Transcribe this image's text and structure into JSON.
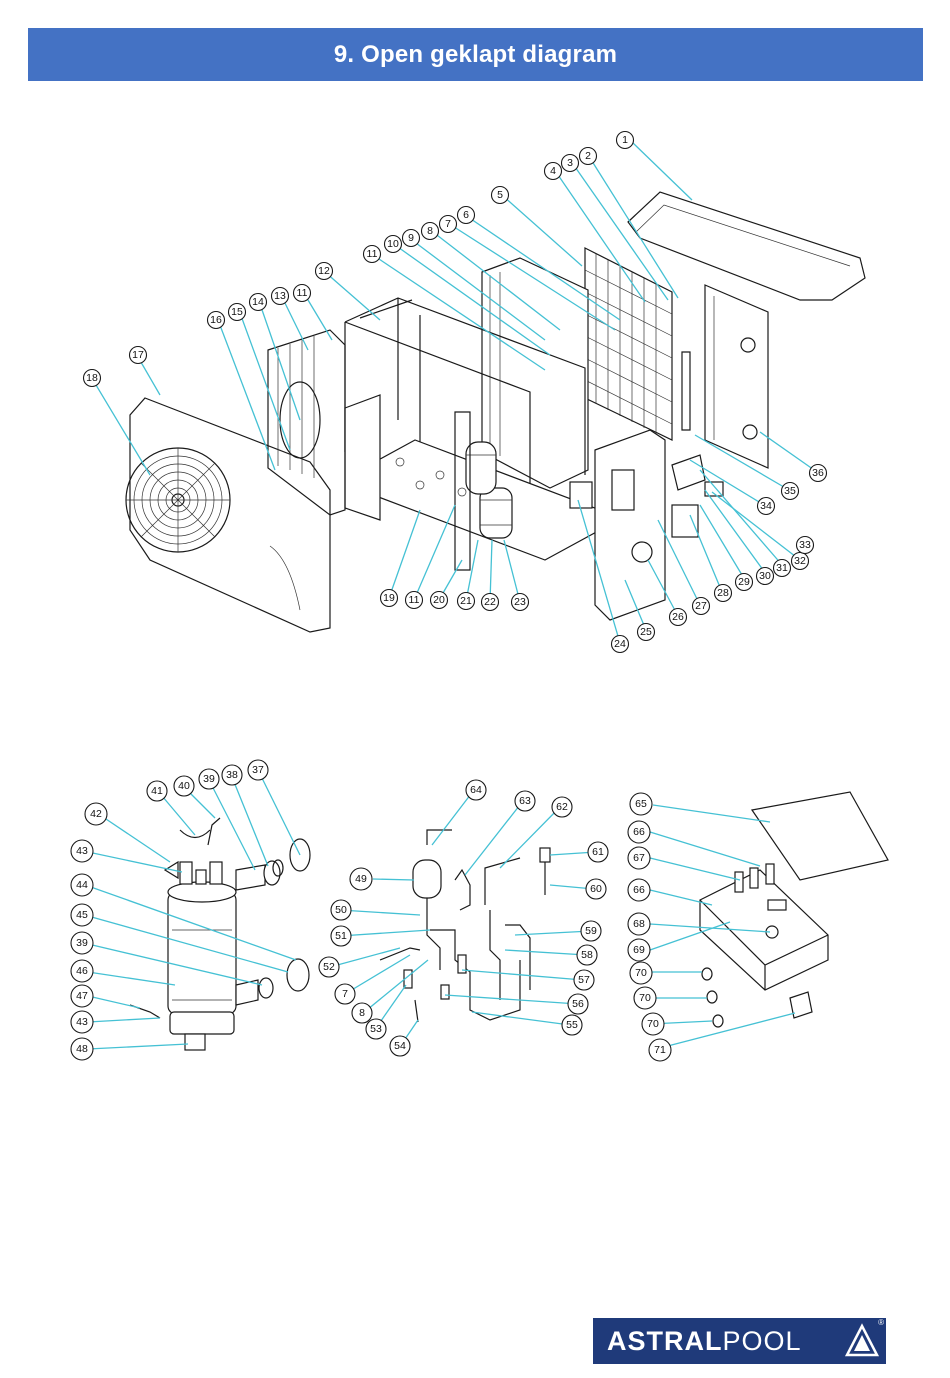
{
  "header": {
    "title": "9. Open geklapt diagram"
  },
  "diagram": {
    "main_callouts": [
      "1",
      "2",
      "3",
      "4",
      "5",
      "6",
      "7",
      "8",
      "9",
      "10",
      "11",
      "11",
      "11",
      "12",
      "13",
      "14",
      "15",
      "16",
      "17",
      "18",
      "19",
      "11",
      "20",
      "21",
      "22",
      "23",
      "24",
      "25",
      "26",
      "27",
      "28",
      "29",
      "30",
      "31",
      "32",
      "33",
      "34",
      "35",
      "36"
    ],
    "exchanger_callouts": [
      "37",
      "38",
      "39",
      "40",
      "41",
      "42",
      "43",
      "44",
      "45",
      "39",
      "46",
      "47",
      "43",
      "48"
    ],
    "piping_callouts": [
      "64",
      "63",
      "62",
      "61",
      "60",
      "49",
      "50",
      "51",
      "52",
      "7",
      "8",
      "53",
      "54",
      "55",
      "56",
      "57",
      "58",
      "59"
    ],
    "electrical_box_callouts": [
      "65",
      "66",
      "67",
      "66",
      "68",
      "69",
      "70",
      "70",
      "70",
      "71"
    ]
  },
  "logo": {
    "bold": "ASTRAL",
    "light": "POOL",
    "registered": "®",
    "brand_color": "#1f3a7a"
  },
  "colors": {
    "banner": "#4472c4",
    "leader_lines": "#45c1d4"
  }
}
